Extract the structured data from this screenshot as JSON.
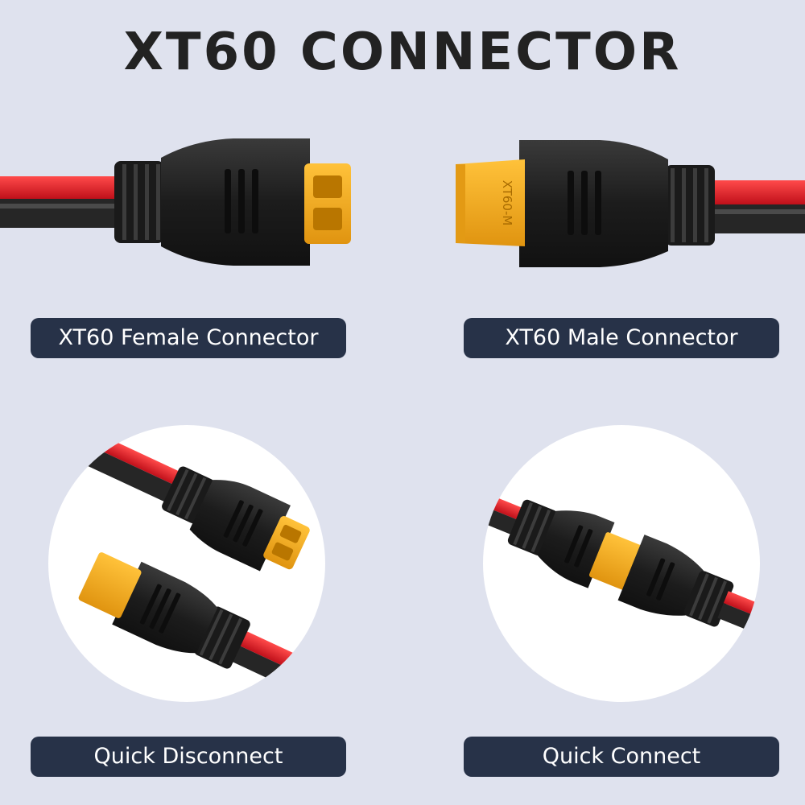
{
  "title": "XT60 CONNECTOR",
  "labels": {
    "female": "XT60 Female Connector",
    "male": "XT60 Male Connector",
    "quick_disconnect": "Quick Disconnect",
    "quick_connect": "Quick Connect"
  },
  "male_housing_marking": "XT60-M",
  "colors": {
    "background": "#dfe2ee",
    "label_bg": "#273248",
    "connector_yellow": "#f2a81d",
    "wire_red": "#e0191f",
    "housing_black": "#1e1e1e"
  }
}
